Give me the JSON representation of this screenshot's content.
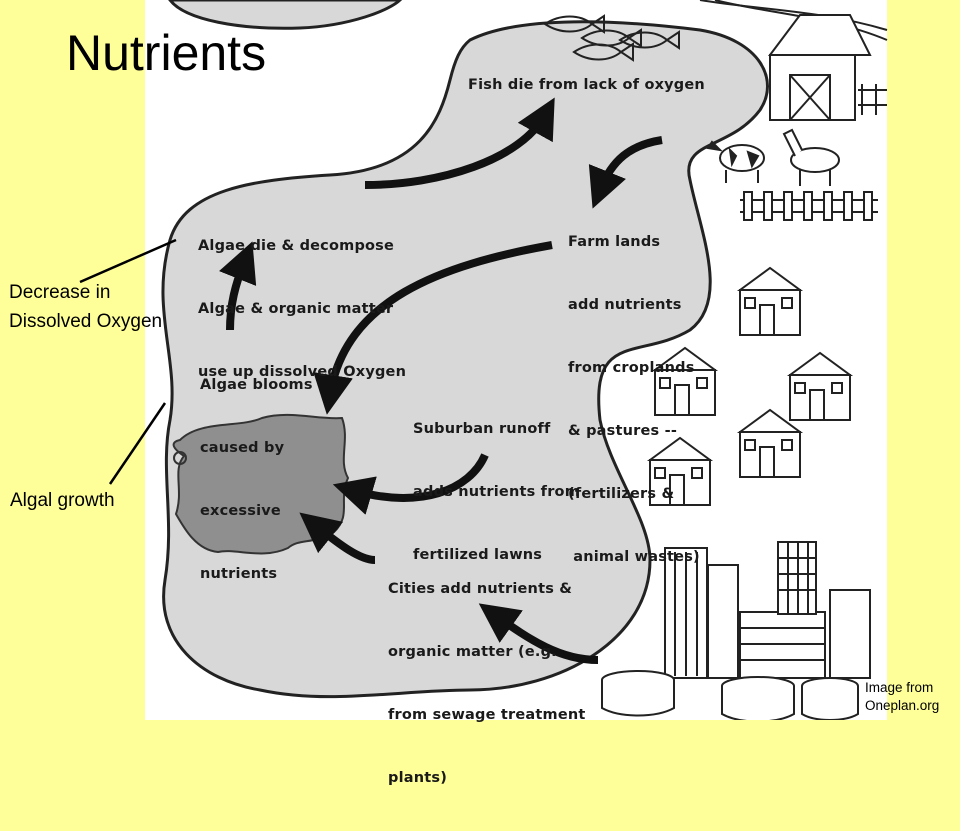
{
  "title": "Nutrients",
  "callouts": {
    "oxygen_line1": "Decrease in",
    "oxygen_line2": "Dissolved Oxygen",
    "algal": "Algal growth"
  },
  "credit": {
    "line1": "Image from",
    "line2": "Oneplan.org"
  },
  "diagram": {
    "fish": "Fish die from lack of oxygen",
    "algae_die": [
      "Algae die & decompose",
      "Algae & organic matter",
      "use up dissolved Oxygen"
    ],
    "farm": [
      "Farm lands",
      "add nutrients",
      "from croplands",
      "& pastures --",
      "(fertilizers &",
      " animal wastes)"
    ],
    "blooms": [
      "Algae blooms",
      "caused by",
      "excessive",
      "nutrients"
    ],
    "suburban": [
      "Suburban runoff",
      "adds nutrients from",
      "fertilized lawns"
    ],
    "cities": [
      "Cities add nutrients &",
      "organic matter (e.g.",
      "from sewage treatment",
      "plants)"
    ]
  },
  "colors": {
    "slide_background": "#FFFF99",
    "lake": "#D8D8D8",
    "algae": "#8F8F8F"
  }
}
